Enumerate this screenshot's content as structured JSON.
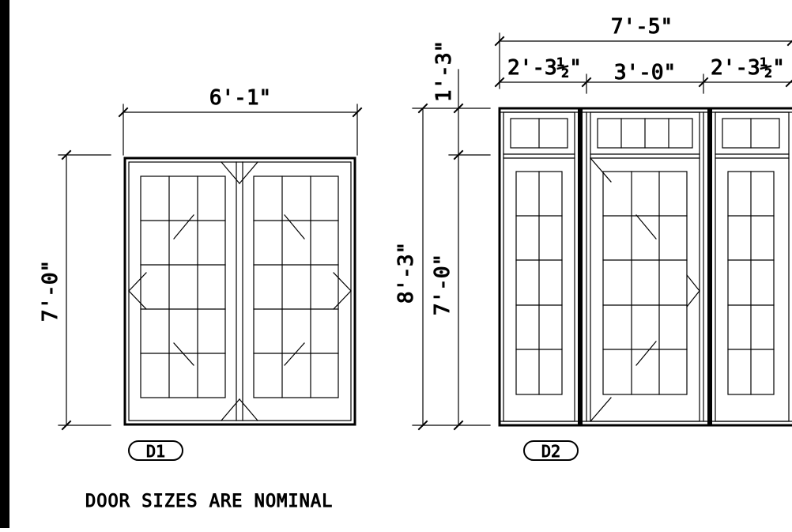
{
  "door_d1": {
    "tag": "D1",
    "width_dim": "6'-1\"",
    "height_dim": "7'-0\""
  },
  "door_d2": {
    "tag": "D2",
    "overall_width_dim": "7'-5\"",
    "left_sidelite_dim": "2'-3½\"",
    "center_door_dim": "3'-0\"",
    "right_sidelite_dim": "2'-3½\"",
    "transom_height_dim": "1'-3\"",
    "overall_height_dim": "8'-3\"",
    "door_height_dim": "7'-0\""
  },
  "note": "DOOR SIZES ARE NOMINAL",
  "colors": {
    "ink": "#000000",
    "paper": "#ffffff"
  }
}
